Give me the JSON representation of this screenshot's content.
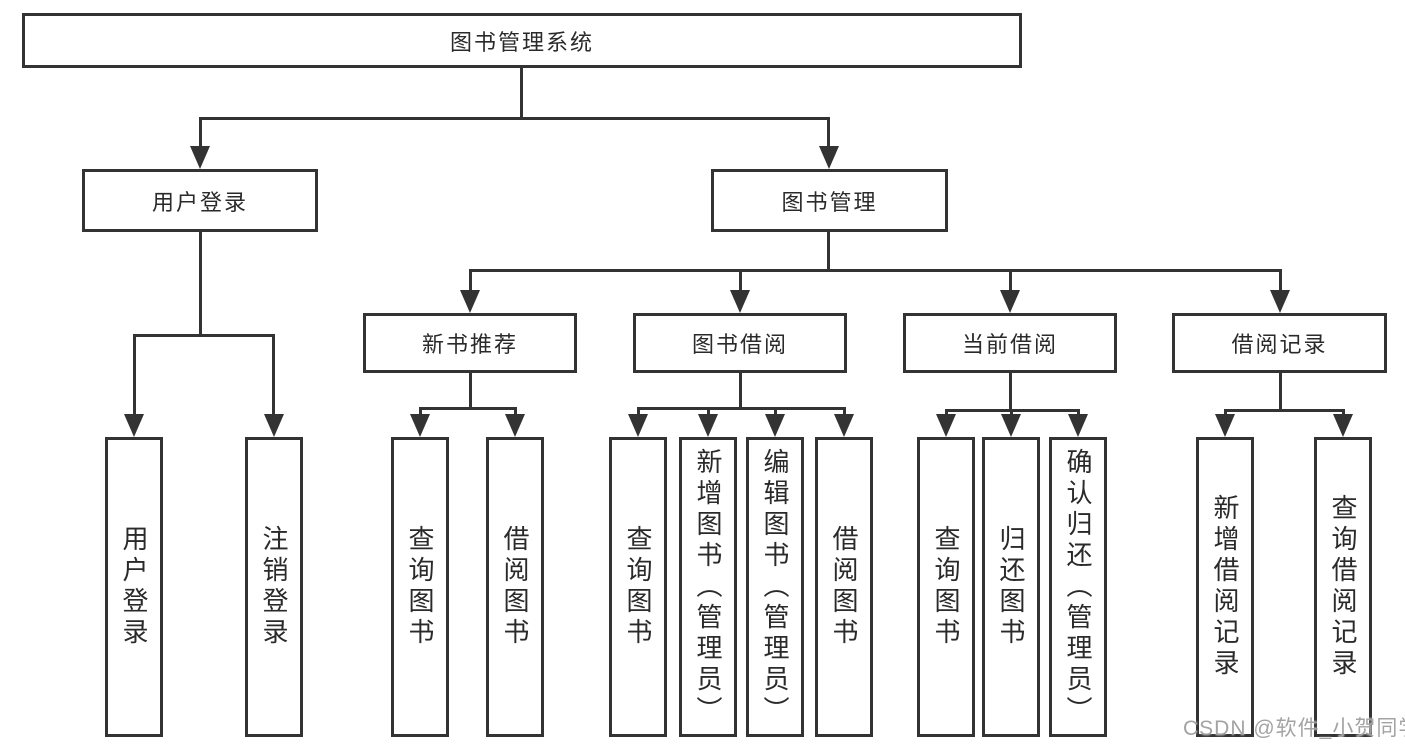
{
  "diagram": {
    "type": "hierarchy-tree",
    "title": "图书管理系统",
    "nodes": {
      "root": {
        "label": "图书管理系统"
      },
      "level2": [
        {
          "label": "用户登录"
        },
        {
          "label": "图书管理"
        }
      ],
      "level3": [
        {
          "label": "新书推荐"
        },
        {
          "label": "图书借阅"
        },
        {
          "label": "当前借阅"
        },
        {
          "label": "借阅记录"
        }
      ],
      "leaves": [
        {
          "label": "用户登录"
        },
        {
          "label": "注销登录"
        },
        {
          "label": "查询图书"
        },
        {
          "label": "借阅图书"
        },
        {
          "label": "查询图书"
        },
        {
          "label": "新增图书（管理员）"
        },
        {
          "label": "编辑图书（管理员）"
        },
        {
          "label": "借阅图书"
        },
        {
          "label": "查询图书"
        },
        {
          "label": "归还图书"
        },
        {
          "label": "确认归还（管理员）"
        },
        {
          "label": "新增借阅记录"
        },
        {
          "label": "查询借阅记录"
        }
      ]
    },
    "structure": {
      "图书管理系统": [
        "用户登录",
        "图书管理"
      ],
      "用户登录": [
        "用户登录",
        "注销登录"
      ],
      "图书管理": [
        "新书推荐",
        "图书借阅",
        "当前借阅",
        "借阅记录"
      ],
      "新书推荐": [
        "查询图书",
        "借阅图书"
      ],
      "图书借阅": [
        "查询图书",
        "新增图书（管理员）",
        "编辑图书（管理员）",
        "借阅图书"
      ],
      "当前借阅": [
        "查询图书",
        "归还图书",
        "确认归还（管理员）"
      ],
      "借阅记录": [
        "新增借阅记录",
        "查询借阅记录"
      ]
    },
    "colors": {
      "line": "#333333",
      "box_border": "#333333",
      "box_background": "#ffffff",
      "text": "#2a2a2a",
      "watermark": "#9e9e9e"
    },
    "watermark": "CSDN @软件_小贺同学"
  }
}
